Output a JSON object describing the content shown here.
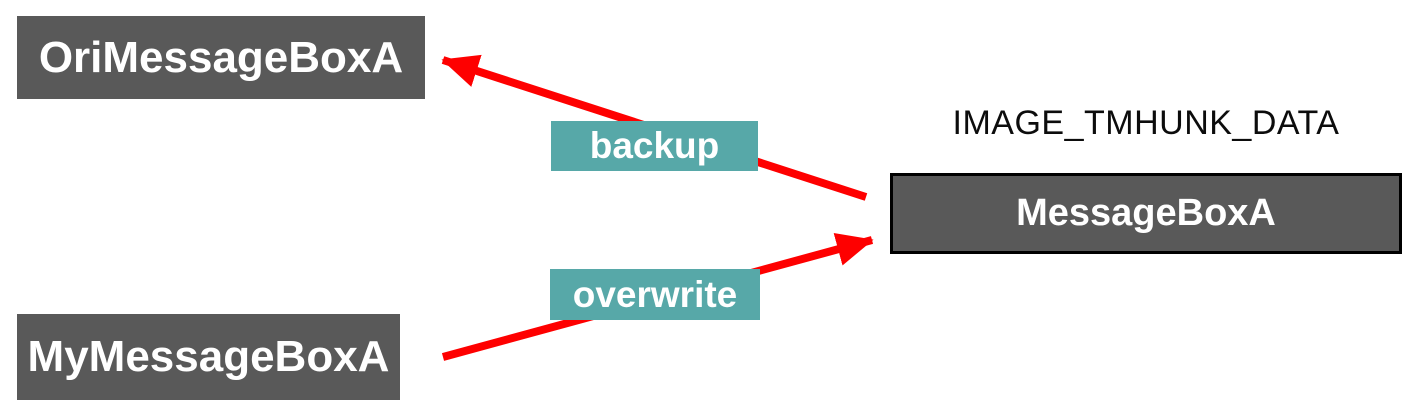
{
  "diagram": {
    "boxes": {
      "ori": {
        "label": "OriMessageBoxA"
      },
      "my": {
        "label": "MyMessageBoxA"
      },
      "target": {
        "label": "MessageBoxA"
      }
    },
    "annotation": {
      "text": "IMAGE_TMHUNK_DATA"
    },
    "arrows": {
      "backup": {
        "label": "backup",
        "from": "MessageBoxA",
        "to": "OriMessageBoxA"
      },
      "overwrite": {
        "label": "overwrite",
        "from": "MyMessageBoxA",
        "to": "MessageBoxA"
      }
    },
    "colors": {
      "box_fill": "#595959",
      "box_text": "#ffffff",
      "tag_fill": "#57a8a8",
      "tag_text": "#ffffff",
      "arrow": "#fe0000",
      "annotation_text": "#0c0c0c",
      "target_border": "#000000"
    }
  }
}
